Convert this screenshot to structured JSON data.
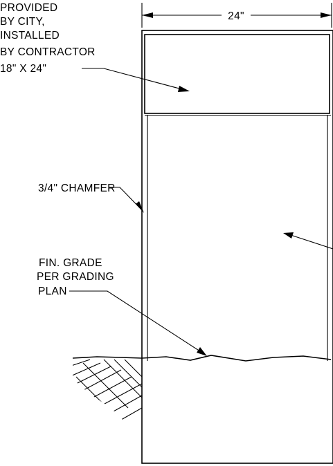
{
  "dimension": {
    "label": "24\""
  },
  "callouts": {
    "sign_note": {
      "lines": [
        "PROVIDED",
        "BY CITY,",
        "INSTALLED",
        "BY CONTRACTOR",
        "18\" X 24\""
      ]
    },
    "chamfer": {
      "label": "3/4\" CHAMFER"
    },
    "grade_note": {
      "lines": [
        "FIN. GRADE",
        "PER GRADING",
        "PLAN"
      ]
    }
  },
  "colors": {
    "ink": "#000000",
    "paper": "#ffffff"
  }
}
